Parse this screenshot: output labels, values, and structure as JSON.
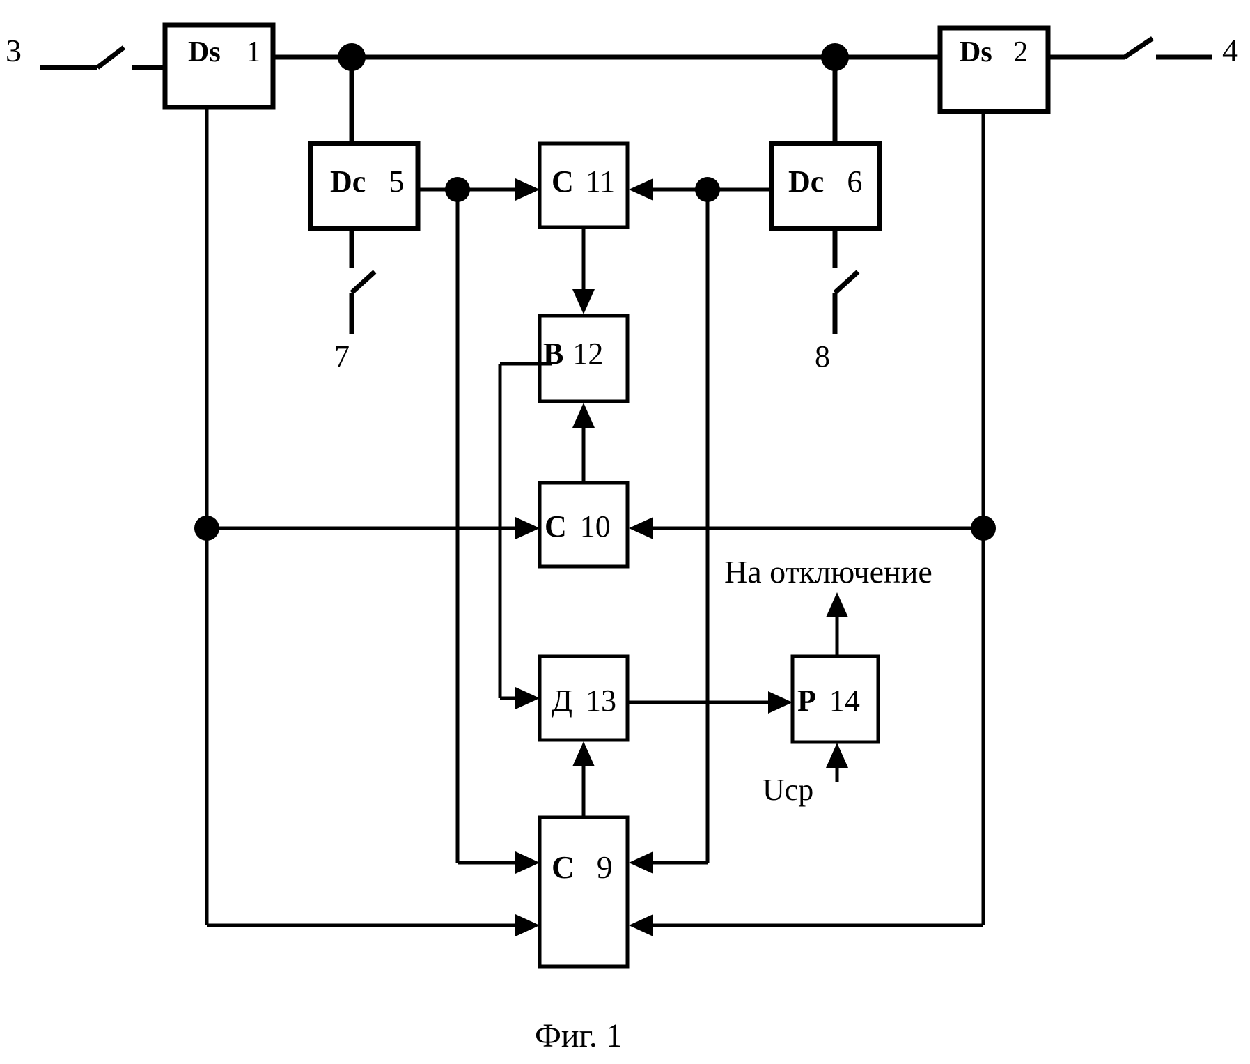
{
  "blocks": {
    "ds1": {
      "prefix": "Ds",
      "num": "1"
    },
    "ds2": {
      "prefix": "Ds",
      "num": "2"
    },
    "dc5": {
      "prefix": "Dc",
      "num": "5"
    },
    "dc6": {
      "prefix": "Dc",
      "num": "6"
    },
    "c11": {
      "prefix": "С",
      "num": "11"
    },
    "b12": {
      "prefix": "В",
      "num": "12"
    },
    "c10": {
      "prefix": "С",
      "num": "10"
    },
    "d13": {
      "prefix": "Д",
      "num": "13"
    },
    "p14": {
      "prefix": "Р",
      "num": "14"
    },
    "c9": {
      "prefix": "С",
      "num": "9"
    }
  },
  "terminals": {
    "t3": "3",
    "t4": "4",
    "t7": "7",
    "t8": "8"
  },
  "labels": {
    "trip_output": "На отключение",
    "ucp_input": "Uср",
    "caption": "Фиг. 1"
  }
}
